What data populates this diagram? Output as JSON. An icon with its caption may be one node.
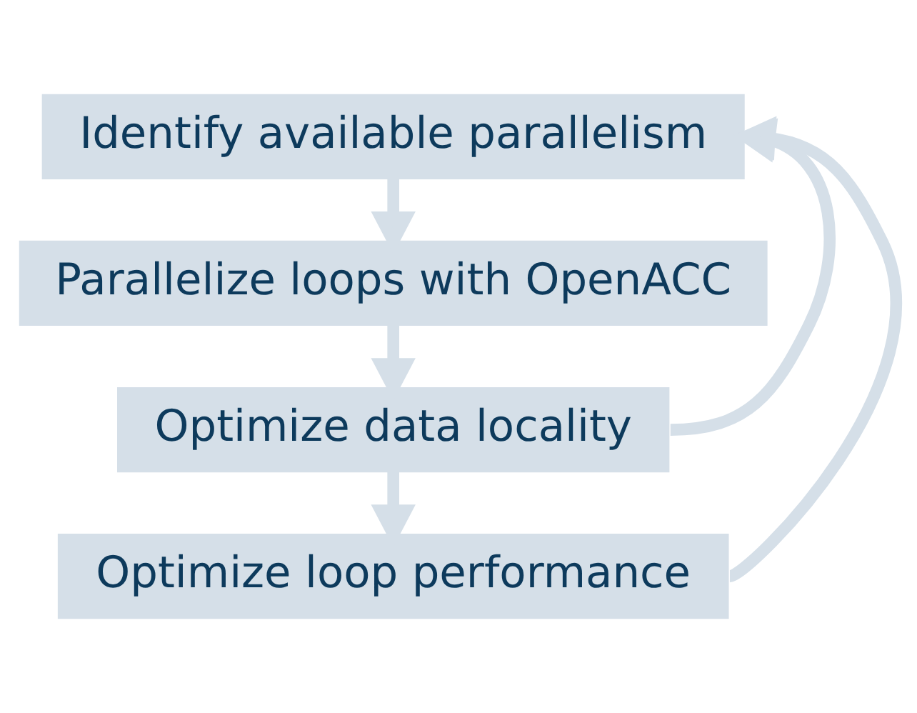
{
  "diagram": {
    "nodes": [
      {
        "text": [
          "Identify available parallelism"
        ]
      },
      {
        "text": [
          "Parallelize loops with OpenACC"
        ]
      },
      {
        "text": [
          "Optimize data locality"
        ]
      },
      {
        "text": [
          "Optimize loop performance"
        ]
      }
    ],
    "edges": [
      {
        "from": 0,
        "to": 1,
        "arrow": "to"
      },
      {
        "from": 1,
        "to": 2,
        "arrow": "to"
      },
      {
        "from": 2,
        "to": 3,
        "arrow": "to"
      },
      {
        "from": 2,
        "to": 0,
        "arrow": "to"
      },
      {
        "from": 3,
        "to": 0,
        "arrow": "to"
      }
    ]
  }
}
